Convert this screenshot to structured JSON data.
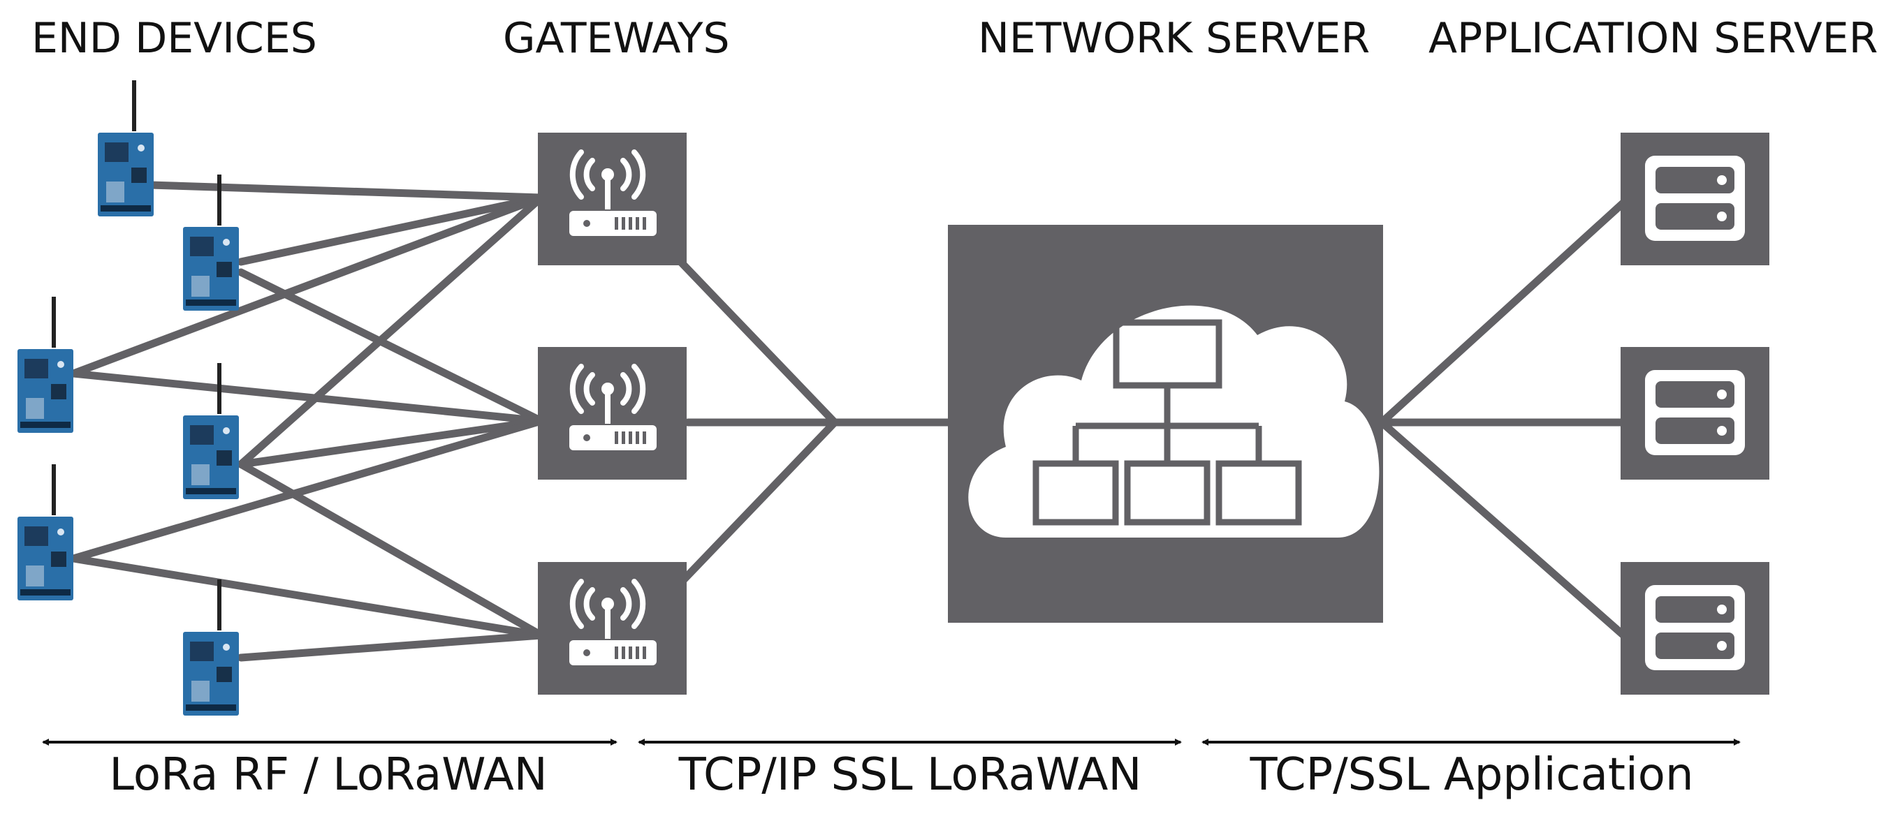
{
  "columns": {
    "end_devices": "END DEVICES",
    "gateways": "GATEWAYS",
    "network_server": "NETWORK SERVER",
    "application_server": "APPLICATION SERVER"
  },
  "protocols": {
    "lora": "LoRa RF / LoRaWAN",
    "tcpip": "TCP/IP SSL LoRaWAN",
    "tcpssl": "TCP/SSL Application"
  },
  "colors": {
    "box": "#626165",
    "line": "#626165",
    "icon": "#ffffff",
    "device_board": "#2a6fa8",
    "arrow": "#111111"
  },
  "icons": {
    "gateway": "wireless-gateway-icon",
    "network": "cloud-network-icon",
    "server": "server-rack-icon",
    "device": "lora-board-icon"
  }
}
